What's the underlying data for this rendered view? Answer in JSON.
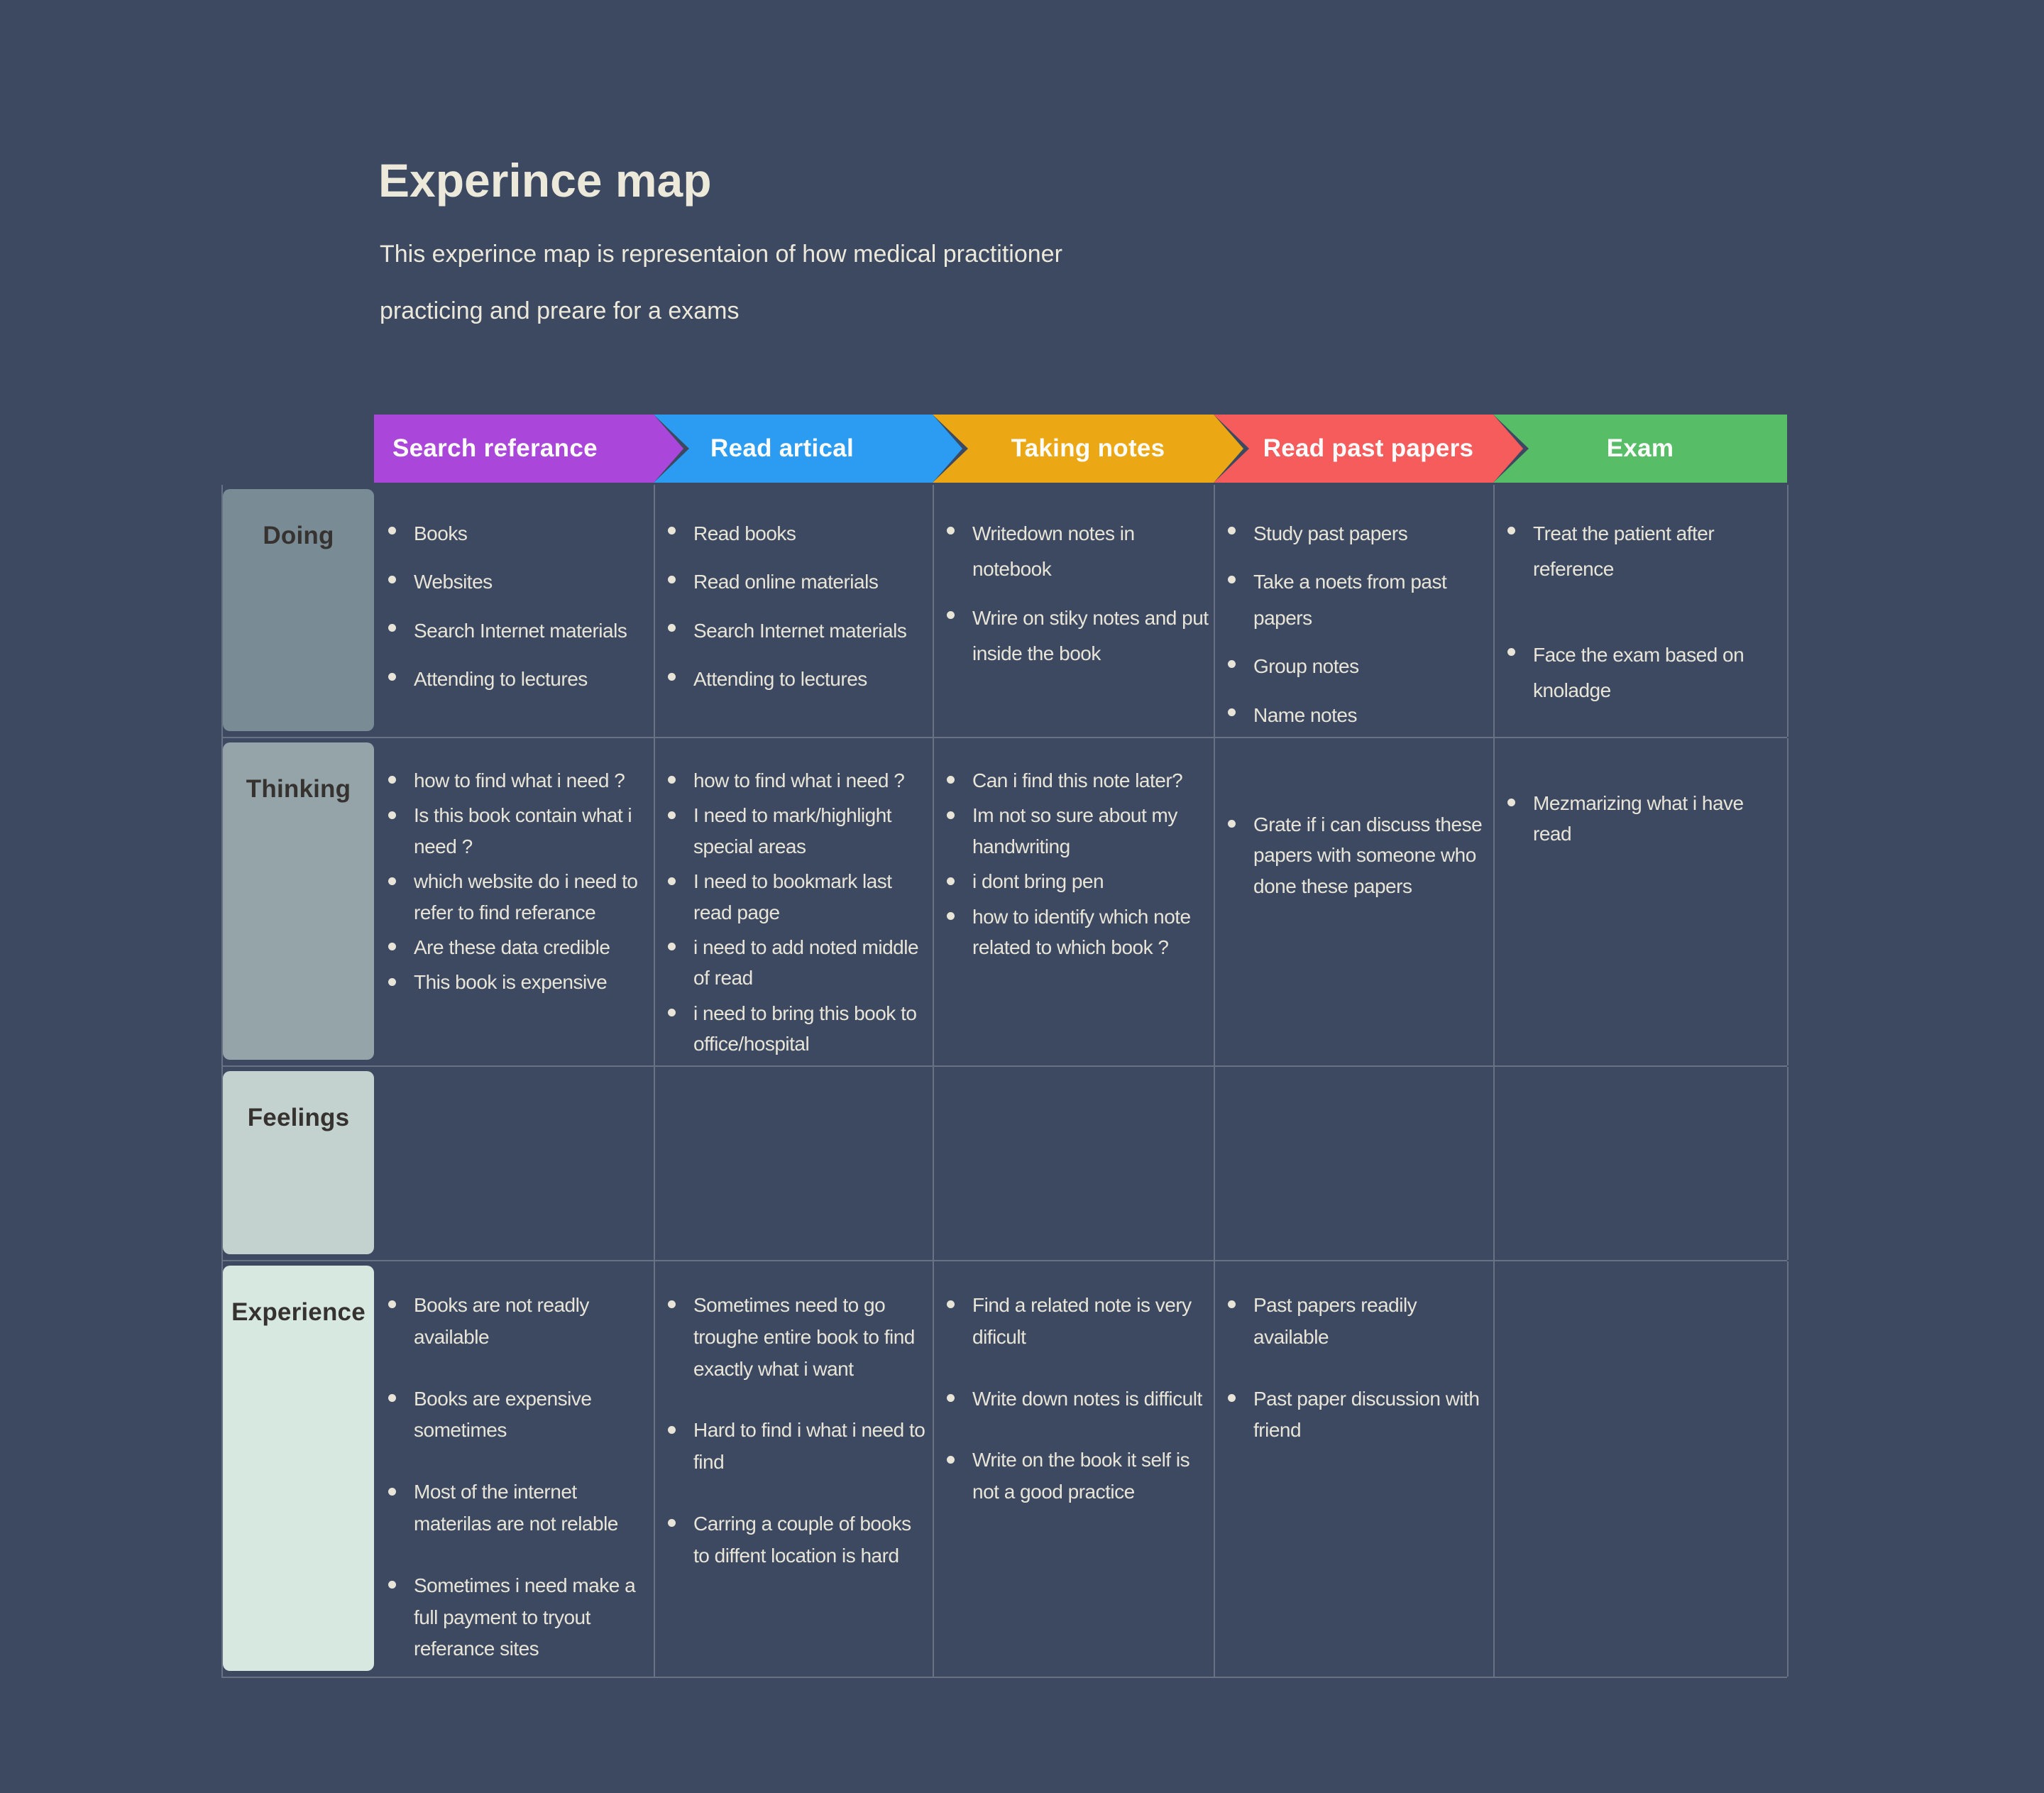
{
  "page": {
    "title": "Experince map",
    "subtitle_line1": "This experince map is representaion of how medical practitioner",
    "subtitle_line2": "practicing and preare for a exams"
  },
  "colors": {
    "background": "#3c4961",
    "title_text": "#ece9db",
    "cell_text": "#e8e5d8",
    "banner_text": "#ffffff",
    "label_text": "#363230",
    "grid_line": "#5d6a7b"
  },
  "stages": [
    {
      "id": "search-referance",
      "label": "Search referance",
      "color": "#ab46da"
    },
    {
      "id": "read-artical",
      "label": "Read artical",
      "color": "#2b9cf2"
    },
    {
      "id": "taking-notes",
      "label": "Taking notes",
      "color": "#eba714"
    },
    {
      "id": "read-past-papers",
      "label": "Read past papers",
      "color": "#f75c5c"
    },
    {
      "id": "exam",
      "label": "Exam",
      "color": "#57bd66"
    }
  ],
  "rows": [
    {
      "id": "doing",
      "label": "Doing",
      "label_bg": "#798b94",
      "cells": [
        {
          "items": [
            "Books",
            "Websites",
            "Search Internet materials",
            "Attending to lectures"
          ]
        },
        {
          "items": [
            "Read books",
            "Read online materials",
            "Search Internet materials",
            "Attending to lectures"
          ]
        },
        {
          "items": [
            "Writedown notes in notebook",
            "Wrire on stiky notes and put inside the book"
          ]
        },
        {
          "items": [
            "Study past papers",
            "Take a noets from past papers",
            "Group notes",
            "Name notes"
          ]
        },
        {
          "items": [
            "Treat the patient after reference",
            "Face the exam based on knoladge"
          ]
        }
      ]
    },
    {
      "id": "thinking",
      "label": "Thinking",
      "label_bg": "#94a4a8",
      "cells": [
        {
          "items": [
            "how to  find what i need ?",
            "Is this book contain what i need ?",
            "which website do i need to refer to find referance",
            "Are these data credible",
            "This book is expensive"
          ]
        },
        {
          "items": [
            "how to  find what i need ?",
            "I need to mark/highlight special areas",
            "I need to bookmark last read page",
            "i need to add noted middle of  read",
            "i need to bring this  book to office/hospital"
          ]
        },
        {
          "items": [
            "Can i find this note later?",
            "Im not so sure about my handwriting",
            "i dont bring pen",
            "how to identify which note related to which book ?"
          ]
        },
        {
          "items": [
            "Grate if i can discuss these papers with someone who  done these papers"
          ]
        },
        {
          "items": [
            "Mezmarizing what i have read"
          ]
        }
      ]
    },
    {
      "id": "feelings",
      "label": "Feelings",
      "label_bg": "#c3d2ce",
      "cells": [
        {
          "items": []
        },
        {
          "items": []
        },
        {
          "items": []
        },
        {
          "items": []
        },
        {
          "items": []
        }
      ]
    },
    {
      "id": "experience",
      "label": "Experience",
      "label_bg": "#d7e8e1",
      "cells": [
        {
          "items": [
            "Books are not readly available",
            "Books are expensive sometimes",
            "Most of the internet materilas are not relable",
            "Sometimes i need make a full payment to tryout referance sites"
          ]
        },
        {
          "items": [
            "Sometimes need to go troughe entire book to find exactly what i want",
            "Hard to find i what i need to find",
            "Carring a  couple of books to diffent location is hard"
          ]
        },
        {
          "items": [
            "Find a related note is very dificult",
            "Write down notes is difficult",
            "Write on the book it self is not a good practice"
          ]
        },
        {
          "items": [
            "Past papers readily available",
            "Past paper discussion with friend"
          ]
        },
        {
          "items": []
        }
      ]
    }
  ]
}
